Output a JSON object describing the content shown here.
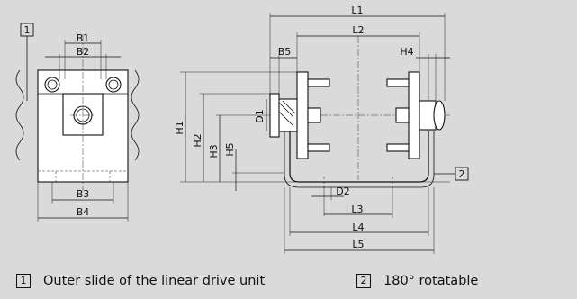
{
  "callouts": {
    "c1": "1",
    "c2": "2"
  },
  "dims": {
    "L1": "L1",
    "L2": "L2",
    "L3": "L3",
    "L4": "L4",
    "L5": "L5",
    "B1": "B1",
    "B2": "B2",
    "B3": "B3",
    "B4": "B4",
    "B5": "B5",
    "H1": "H1",
    "H2": "H2",
    "H3": "H3",
    "H4": "H4",
    "H5": "H5",
    "D1": "D1",
    "D2": "D2"
  },
  "legend": [
    {
      "num": "1",
      "text": "Outer slide of the linear drive unit"
    },
    {
      "num": "2",
      "text": "180° rotatable"
    }
  ]
}
